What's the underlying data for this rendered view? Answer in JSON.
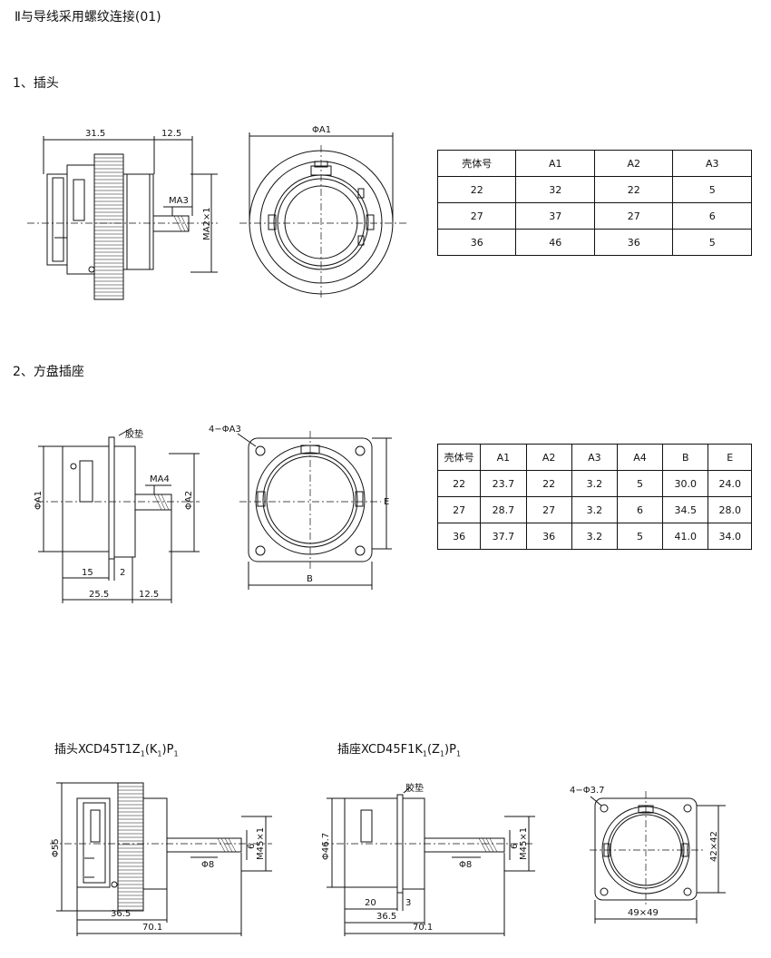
{
  "title": "Ⅱ与导线采用螺纹连接(01)",
  "section1": {
    "heading": "1、插头",
    "dims": {
      "d31_5": "31.5",
      "d12_5": "12.5",
      "ma3": "MA3",
      "ma2x1": "MA2×1",
      "phiA1": "ΦA1"
    },
    "table": {
      "headers": [
        "壳体号",
        "A1",
        "A2",
        "A3"
      ],
      "rows": [
        [
          "22",
          "32",
          "22",
          "5"
        ],
        [
          "27",
          "37",
          "27",
          "6"
        ],
        [
          "36",
          "46",
          "36",
          "5"
        ]
      ]
    }
  },
  "section2": {
    "heading": "2、方盘插座",
    "dims": {
      "gasket": "胶垫",
      "phiA1": "ΦA1",
      "ma4": "MA4",
      "phiA2": "ΦA2",
      "d15": "15",
      "d2": "2",
      "d25_5": "25.5",
      "d12_5": "12.5",
      "holes": "4−ΦA3",
      "e": "E",
      "b": "B"
    },
    "table": {
      "headers": [
        "壳体号",
        "A1",
        "A2",
        "A3",
        "A4",
        "B",
        "E"
      ],
      "rows": [
        [
          "22",
          "23.7",
          "22",
          "3.2",
          "5",
          "30.0",
          "24.0"
        ],
        [
          "27",
          "28.7",
          "27",
          "3.2",
          "6",
          "34.5",
          "28.0"
        ],
        [
          "36",
          "37.7",
          "36",
          "3.2",
          "5",
          "41.0",
          "34.0"
        ]
      ]
    }
  },
  "section3": {
    "plug_caption": {
      "prefix": "插头XCD45T1Z",
      "s1": "1",
      "mid1": "(K",
      "s2": "1",
      "mid2": ")P",
      "s3": "1"
    },
    "socket_caption": {
      "prefix": "插座XCD45F1K",
      "s1": "1",
      "mid1": "(Z",
      "s2": "1",
      "mid2": ")P",
      "s3": "1"
    },
    "plug_dims": {
      "phi55": "Φ55",
      "phi8": "Φ8",
      "d6": "6",
      "m45": "M45×1",
      "d36_5": "36.5",
      "d70_1": "70.1"
    },
    "socket_dims": {
      "gasket": "胶垫",
      "phi46_7": "Φ46.7",
      "phi8": "Φ8",
      "d6": "6",
      "m45": "M45×1",
      "d20": "20",
      "d3": "3",
      "d36_5": "36.5",
      "d70_1": "70.1"
    },
    "flange_dims": {
      "holes": "4−Φ3.7",
      "d42x42": "42×42",
      "d49x49": "49×49"
    }
  }
}
